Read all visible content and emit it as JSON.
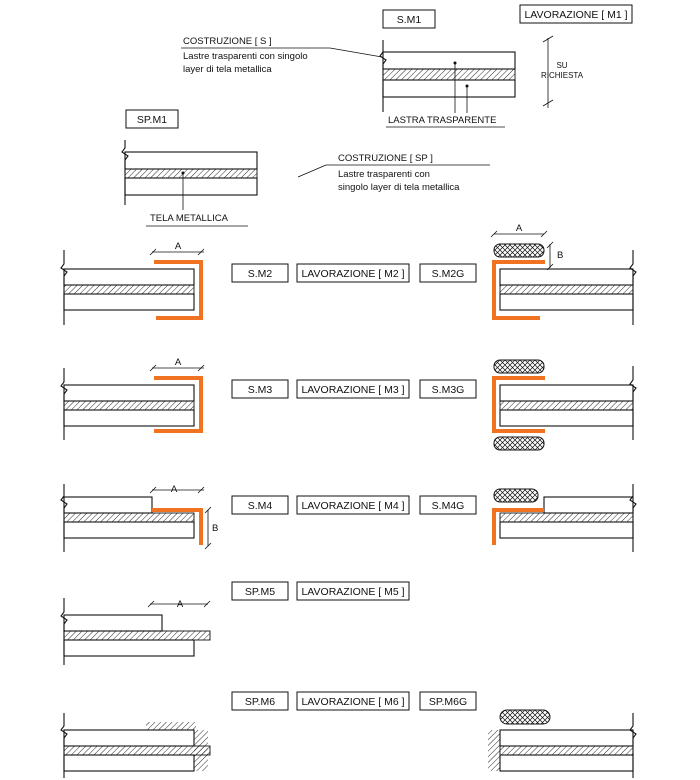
{
  "top": {
    "sm1_tag": "S.M1",
    "lavorazione_m1": "LAVORAZIONE [ M1 ]",
    "costruzione_s_title": "COSTRUZIONE [ S ]",
    "costruzione_s_line1": "Lastre trasparenti con singolo",
    "costruzione_s_line2": "layer di tela metallica",
    "su_richiesta_line1": "SU",
    "su_richiesta_line2": "RICHIESTA",
    "lastra_trasparente": "LASTRA TRASPARENTE",
    "spm1_tag": "SP.M1",
    "costruzione_sp_title": "COSTRUZIONE [ SP ]",
    "costruzione_sp_line1": "Lastre trasparenti con",
    "costruzione_sp_line2": "singolo layer di tela metallica",
    "tela_metallica": "TELA METALLICA"
  },
  "rows": [
    {
      "left_tag": "S.M2",
      "lavorazione": "LAVORAZIONE [ M2 ]",
      "right_tag": "S.M2G",
      "dim_a": "A",
      "dim_b": "B"
    },
    {
      "left_tag": "S.M3",
      "lavorazione": "LAVORAZIONE [ M3 ]",
      "right_tag": "S.M3G",
      "dim_a": "A"
    },
    {
      "left_tag": "S.M4",
      "lavorazione": "LAVORAZIONE [ M4 ]",
      "right_tag": "S.M4G",
      "dim_a": "A",
      "dim_b": "B"
    },
    {
      "left_tag": "SP.M5",
      "lavorazione": "LAVORAZIONE [ M5 ]",
      "dim_a": "A"
    },
    {
      "left_tag": "SP.M6",
      "lavorazione": "LAVORAZIONE [ M6 ]",
      "right_tag": "SP.M6G"
    }
  ],
  "colors": {
    "profile": "#f07322",
    "line": "#111111"
  }
}
